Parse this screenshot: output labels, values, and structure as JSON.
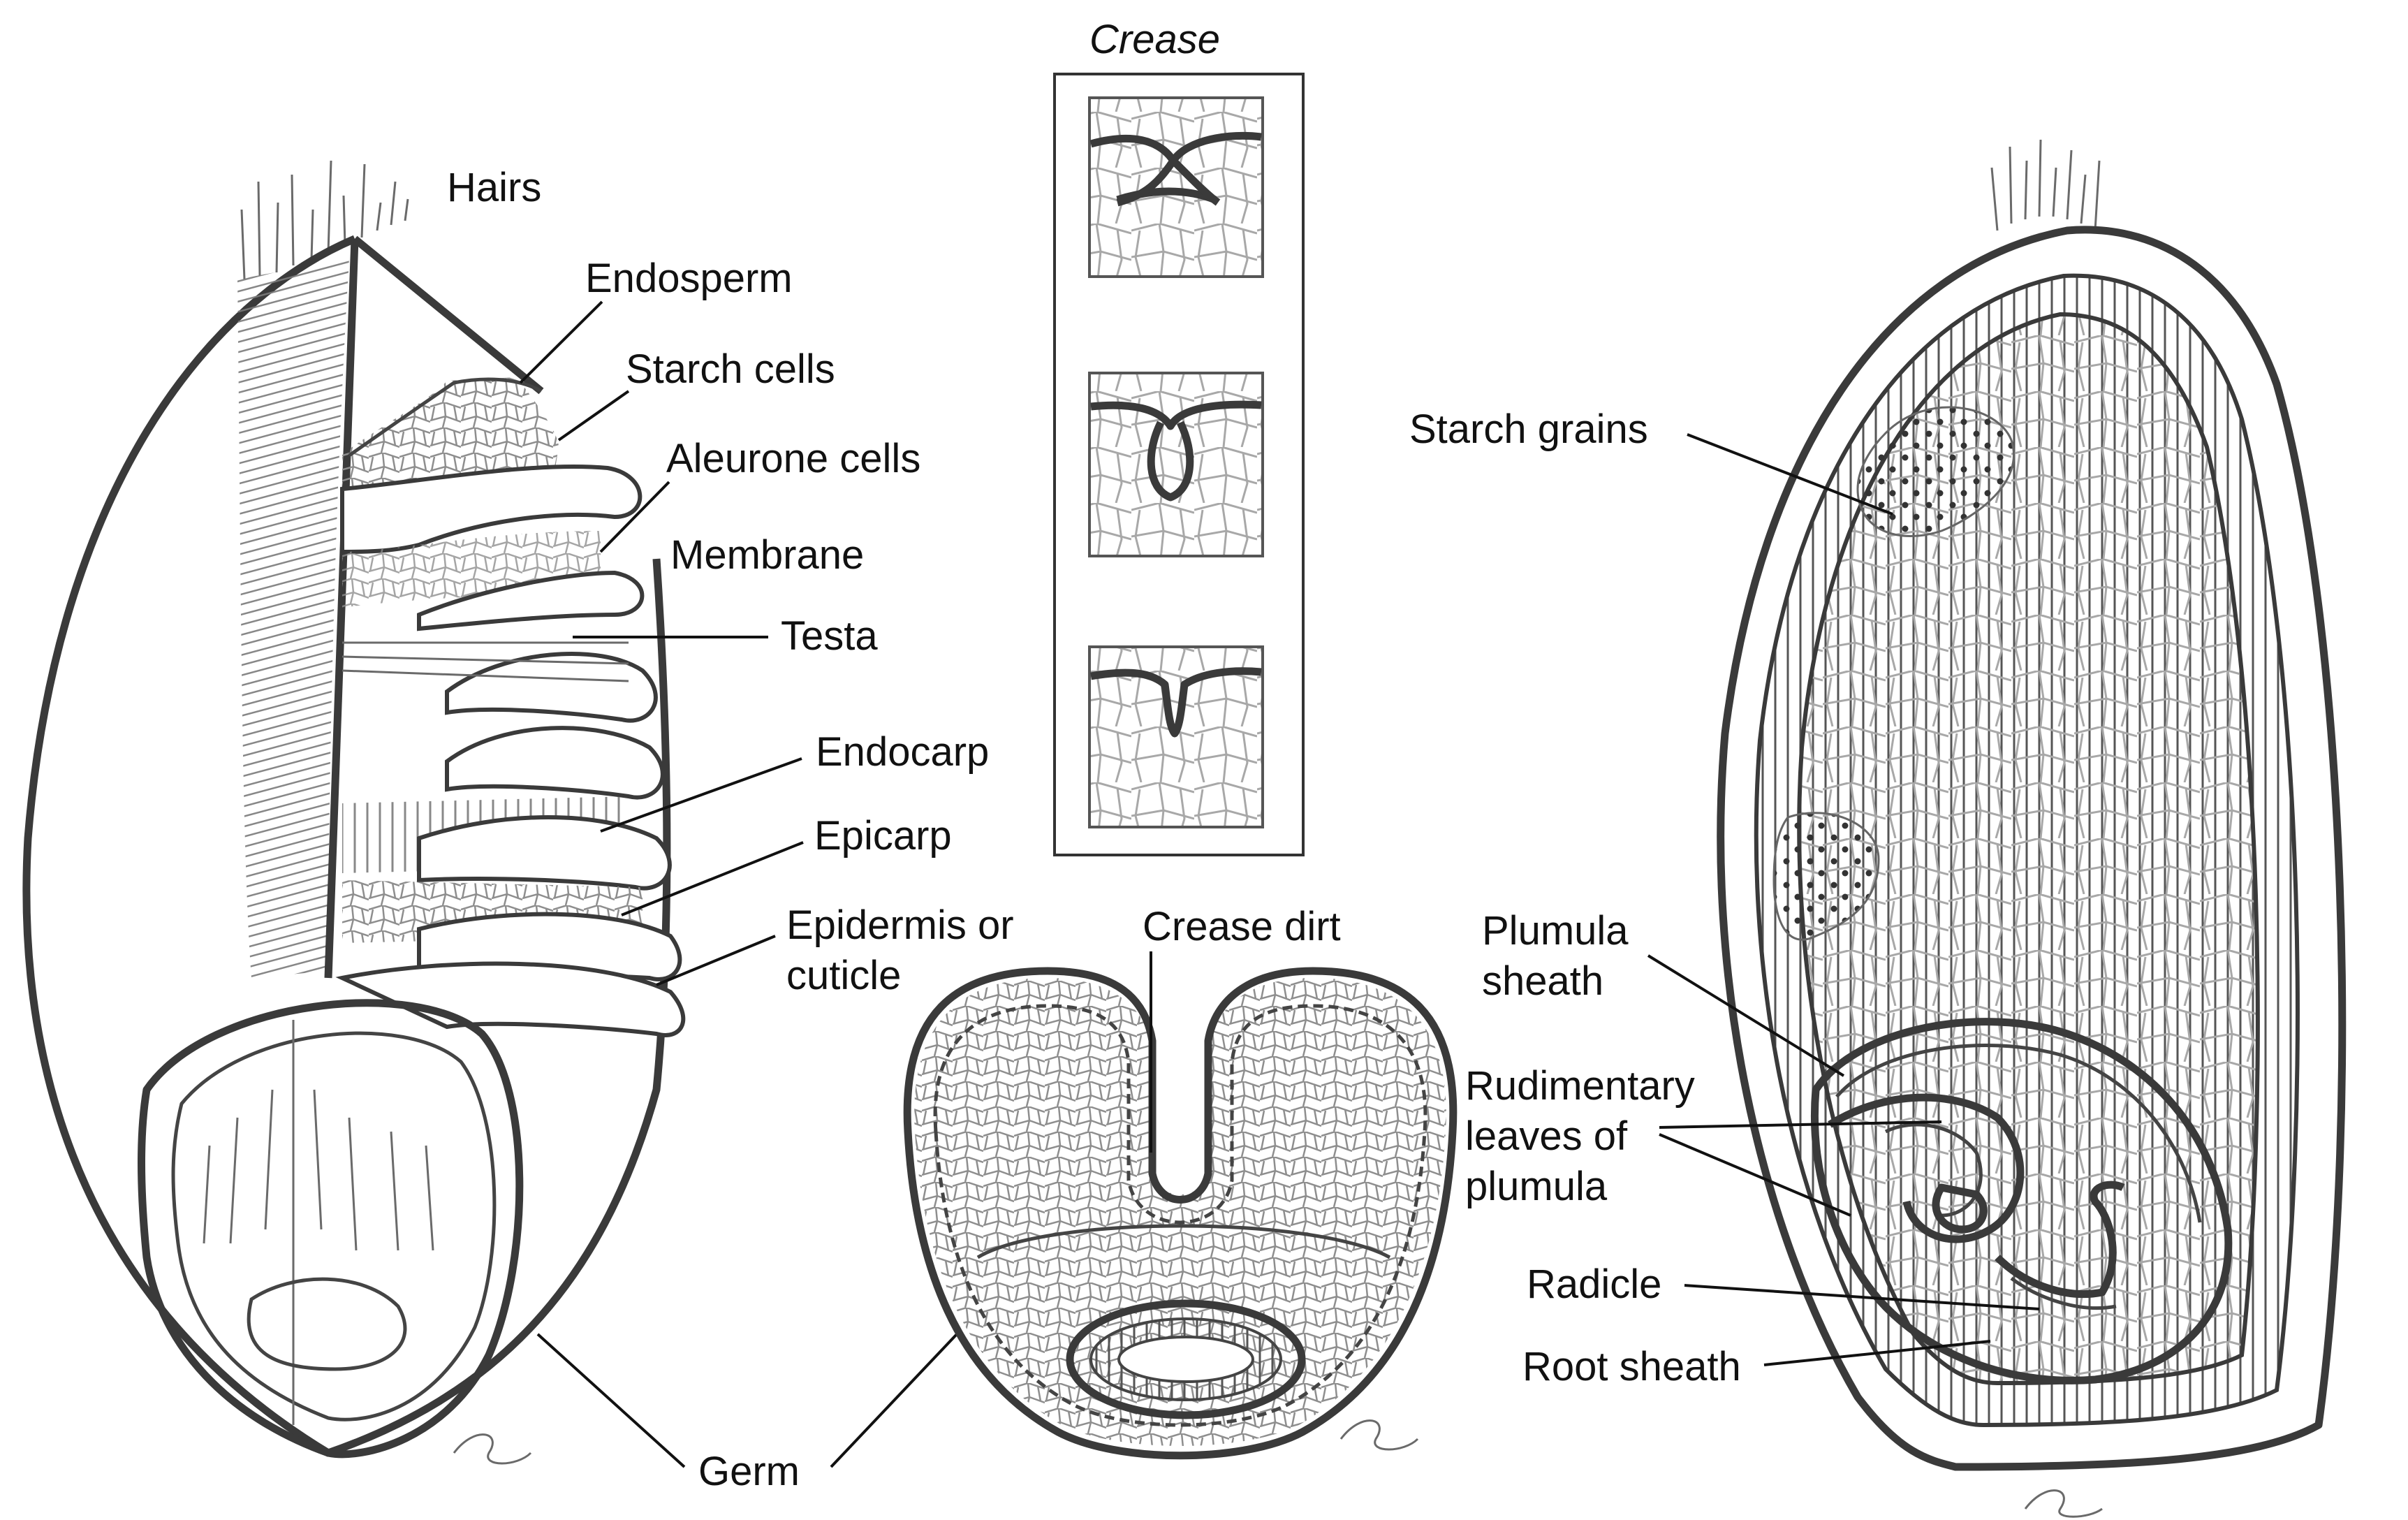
{
  "diagram": {
    "labels": {
      "hairs": "Hairs",
      "endosperm": "Endosperm",
      "starch_cells": "Starch cells",
      "aleurone_cells": "Aleurone cells",
      "membrane": "Membrane",
      "testa": "Testa",
      "endocarp": "Endocarp",
      "epicarp": "Epicarp",
      "epidermis_line1": "Epidermis or",
      "epidermis_line2": "cuticle",
      "germ": "Germ",
      "crease": "Crease",
      "crease_dirt": "Crease dirt",
      "starch_grains": "Starch grains",
      "plumula_sheath_line1": "Plumula",
      "plumula_sheath_line2": "sheath",
      "rudimentary_line1": "Rudimentary",
      "rudimentary_line2": "leaves of",
      "rudimentary_line3": "plumula",
      "radicle": "Radicle",
      "root_sheath": "Root sheath"
    },
    "colors": {
      "ink": "#3a3a3a",
      "label": "#111111",
      "shade": "#8c8c8c",
      "paper": "#ffffff"
    }
  }
}
